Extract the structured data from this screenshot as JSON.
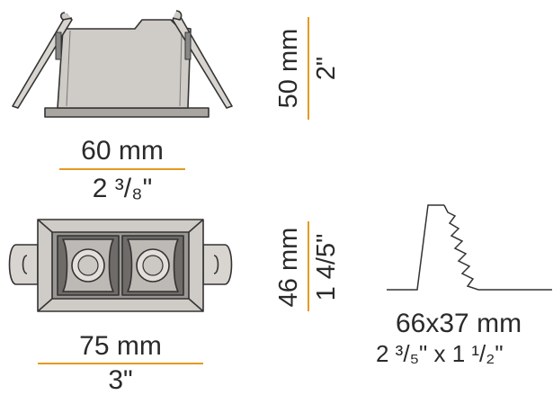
{
  "colors": {
    "accent": "#E59A1F",
    "line": "#333333",
    "housing": "#cfcbc6",
    "flange": "#a9a6a2",
    "dark": "#555555"
  },
  "dimensions": {
    "top_view": {
      "width_mm": "60 mm",
      "width_in": "2 ³/₈\"",
      "height_mm": "50 mm",
      "height_in": "2\""
    },
    "front_view": {
      "width_mm": "75 mm",
      "width_in": "3\"",
      "height_mm": "46 mm",
      "height_in": "1 4/5\""
    },
    "cutout": {
      "size_mm": "66x37 mm",
      "size_in": "2 ³/₅\" x 1 ¹/₂\""
    }
  }
}
